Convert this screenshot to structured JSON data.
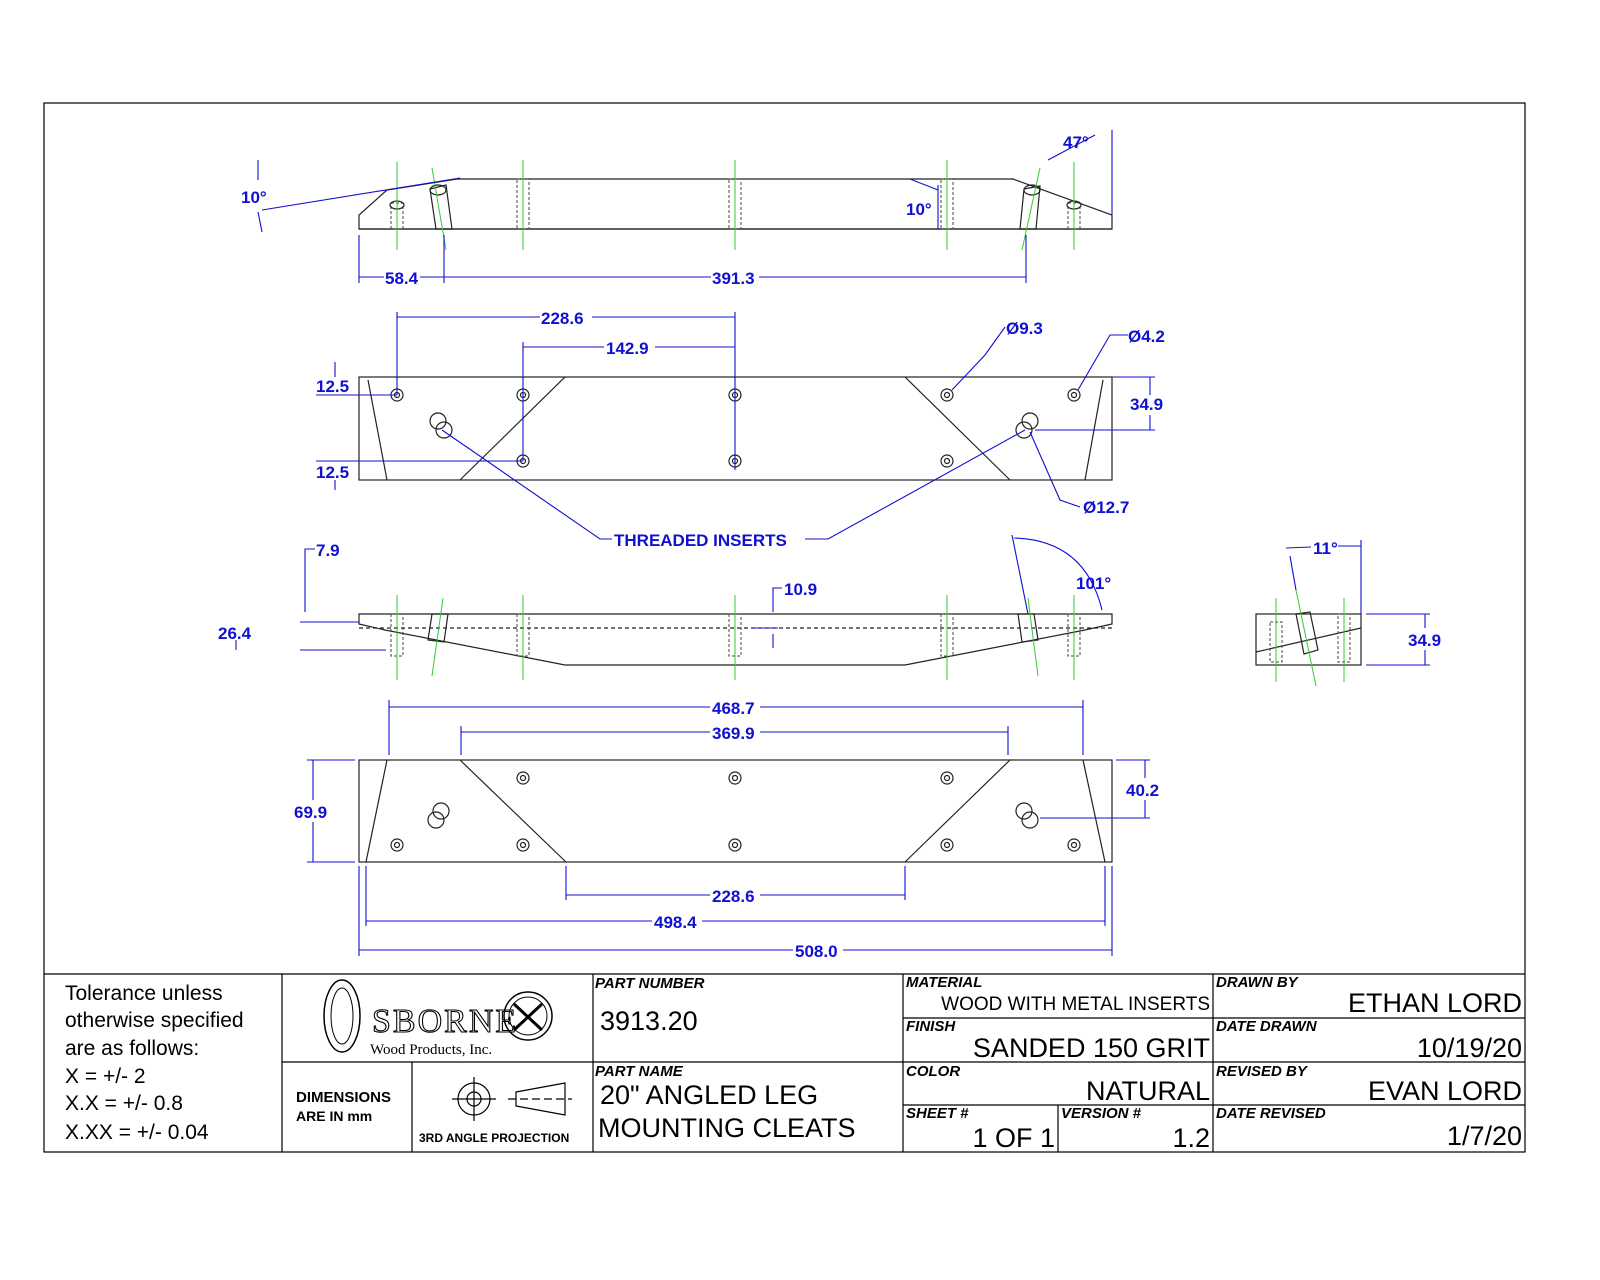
{
  "dimensions": {
    "side_top": {
      "angle_left": "10°",
      "angle_mid": "10°",
      "angle_right": "47°",
      "d1": "58.4",
      "d2": "391.3"
    },
    "plan_top": {
      "d1": "228.6",
      "d2": "142.9",
      "edge_top": "12.5",
      "edge_bottom": "12.5",
      "width_right": "34.9",
      "hole_small": "Ø9.3",
      "hole_tiny": "Ø4.2",
      "insert": "Ø12.7",
      "callout": "THREADED INSERTS"
    },
    "front": {
      "d1": "7.9",
      "d2": "26.4",
      "d3": "10.9",
      "angle": "101°"
    },
    "end_view": {
      "angle": "11°",
      "height": "34.9"
    },
    "plan_bottom": {
      "d1": "468.7",
      "d2": "369.9",
      "d3": "228.6",
      "d4": "498.4",
      "d5": "508.0",
      "height": "69.9",
      "d6": "40.2"
    }
  },
  "title_block": {
    "tolerance": [
      "Tolerance unless",
      "otherwise specified",
      "are as follows:",
      "X = +/- 2",
      "X.X = +/- 0.8",
      "X.XX = +/- 0.04"
    ],
    "logo": {
      "name": "SBORNE",
      "subtitle": "Wood Products, Inc."
    },
    "units": [
      "DIMENSIONS",
      "ARE IN mm"
    ],
    "projection": "3RD ANGLE PROJECTION",
    "part_number_label": "PART NUMBER",
    "part_number": "3913.20",
    "part_name_label": "PART NAME",
    "part_name": [
      "20\" ANGLED LEG",
      "MOUNTING CLEATS"
    ],
    "material_label": "MATERIAL",
    "material": "WOOD WITH METAL INSERTS",
    "finish_label": "FINISH",
    "finish": "SANDED 150 GRIT",
    "color_label": "COLOR",
    "color": "NATURAL",
    "sheet_label": "SHEET #",
    "sheet": "1 OF 1",
    "version_label": "VERSION #",
    "version": "1.2",
    "drawn_by_label": "DRAWN BY",
    "drawn_by": "ETHAN LORD",
    "date_drawn_label": "DATE DRAWN",
    "date_drawn": "10/19/20",
    "revised_by_label": "REVISED BY",
    "revised_by": "EVAN LORD",
    "date_revised_label": "DATE REVISED",
    "date_revised": "1/7/20"
  }
}
